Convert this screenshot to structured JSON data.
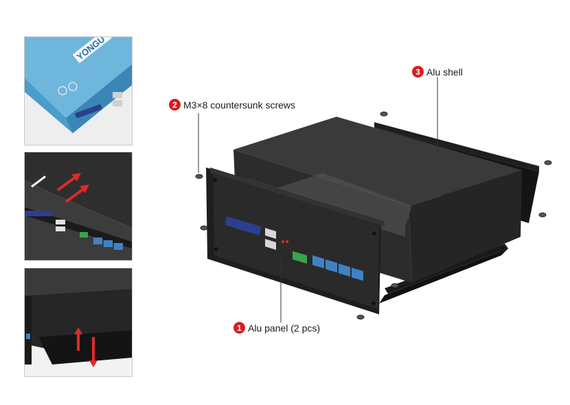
{
  "thumbnails": [
    {
      "id": "front-panel-closeup",
      "logo_text": "YONGU"
    },
    {
      "id": "slide-in-detail"
    },
    {
      "id": "vertical-fit-detail"
    }
  ],
  "callouts": [
    {
      "number": "1",
      "label": "Alu panel (2 pcs)"
    },
    {
      "number": "2",
      "label": "M3×8 countersunk screws"
    },
    {
      "number": "3",
      "label": "Alu shell"
    }
  ],
  "colors": {
    "accent": "#d81e1e",
    "shell": "#2b2b2b",
    "thumb_blue": "#4a9ccb"
  }
}
